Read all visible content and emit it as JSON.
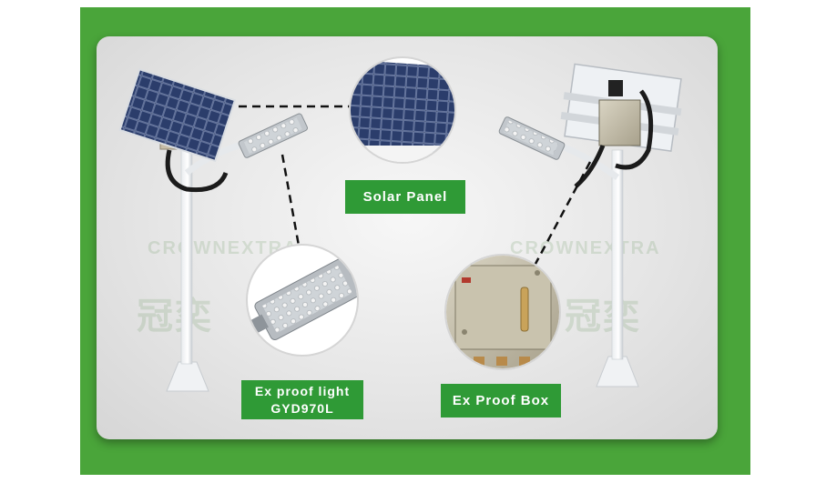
{
  "labels": {
    "solar_panel": "Solar Panel",
    "ex_proof_light_line1": "Ex proof light",
    "ex_proof_light_line2": "GYD970L",
    "ex_proof_box": "Ex Proof Box"
  },
  "watermark": {
    "brand": "CROWNEXTRA",
    "chinese": "冠奕"
  },
  "colors": {
    "frame_green": "#4aa53a",
    "label_green": "#2f9a36",
    "panel_gray": "#e6e6e6"
  }
}
